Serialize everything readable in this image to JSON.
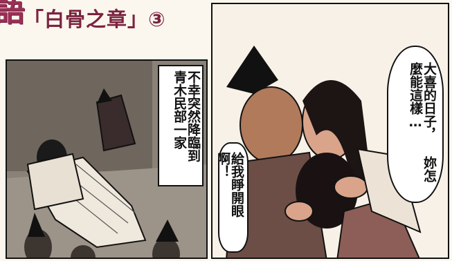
{
  "header": {
    "logo_glyph": "語",
    "chapter_title": "「白骨之章」③"
  },
  "panel_left": {
    "caption_lines": [
      "不幸突然降臨到",
      "青木民部一家"
    ]
  },
  "panel_right": {
    "bubble_right_lines": [
      "大喜的日子，",
      "妳怎麼能這樣…"
    ],
    "bubble_left_text": "給我睜開眼啊！"
  }
}
